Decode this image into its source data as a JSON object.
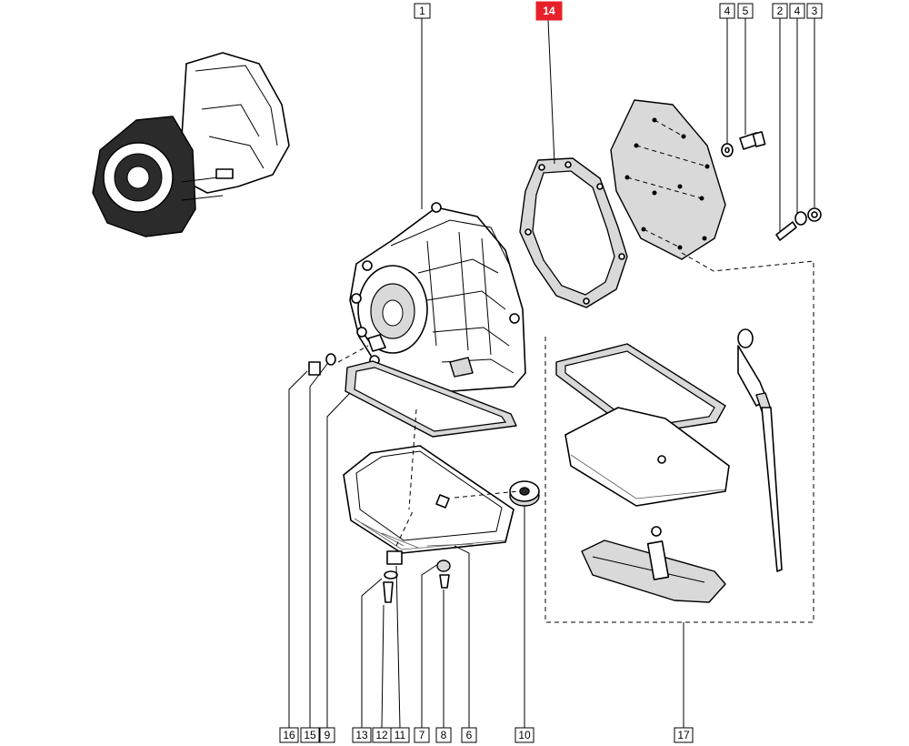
{
  "diagram": {
    "callouts": [
      {
        "id": "c1",
        "label": "1"
      },
      {
        "id": "c14",
        "label": "14",
        "highlighted": true,
        "color": "#e8202a"
      },
      {
        "id": "c4a",
        "label": "4"
      },
      {
        "id": "c5",
        "label": "5"
      },
      {
        "id": "c2",
        "label": "2"
      },
      {
        "id": "c4b",
        "label": "4"
      },
      {
        "id": "c3",
        "label": "3"
      },
      {
        "id": "c16",
        "label": "16"
      },
      {
        "id": "c15",
        "label": "15"
      },
      {
        "id": "c9",
        "label": "9"
      },
      {
        "id": "c13",
        "label": "13"
      },
      {
        "id": "c12",
        "label": "12"
      },
      {
        "id": "c11",
        "label": "11"
      },
      {
        "id": "c7",
        "label": "7"
      },
      {
        "id": "c8",
        "label": "8"
      },
      {
        "id": "c6",
        "label": "6"
      },
      {
        "id": "c10",
        "label": "10"
      },
      {
        "id": "c17",
        "label": "17"
      }
    ],
    "parts": [
      "transmission-overview-icon",
      "transmission-housing-icon",
      "housing-gasket-icon",
      "cover-plate-icon",
      "bolt-icon",
      "stud-icon",
      "washer-icon",
      "nut-icon",
      "oil-pan-gasket-icon",
      "oil-pan-icon",
      "magnet-icon",
      "drain-plug-icon",
      "filter-strainer-icon",
      "dipstick-icon"
    ]
  }
}
